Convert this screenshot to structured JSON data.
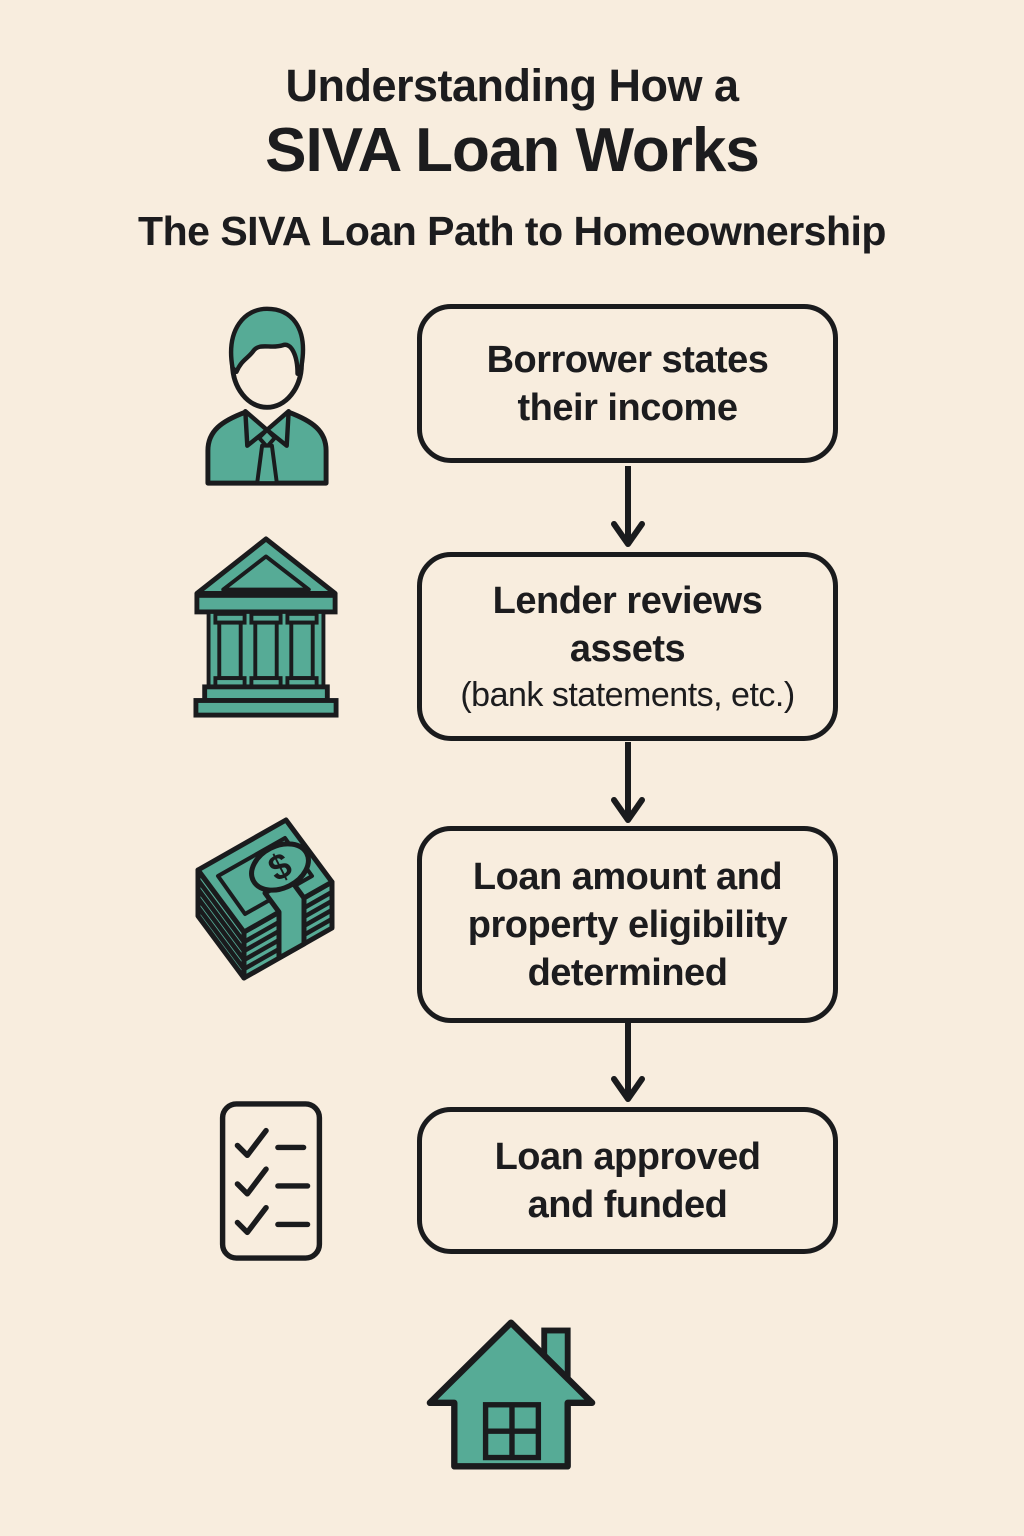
{
  "colors": {
    "background": "#f8edde",
    "accent_teal": "#56ab96",
    "outline_ink": "#1a1b1d",
    "text_ink": "#1c1c1e"
  },
  "header": {
    "title_line_1": "Understanding How a",
    "title_line_2": "SIVA Loan Works",
    "subtitle": "The SIVA Loan Path to Homeownership"
  },
  "flow": {
    "steps": [
      {
        "icon": "borrower-person-icon",
        "label_lines": [
          "Borrower states",
          "their income"
        ]
      },
      {
        "icon": "bank-building-icon",
        "label_lines": [
          "Lender reviews",
          "assets"
        ],
        "sub_label": "(bank statements, etc.)"
      },
      {
        "icon": "money-stack-icon",
        "symbol": "$",
        "label_lines": [
          "Loan amount and",
          "property eligibility",
          "determined"
        ]
      },
      {
        "icon": "checklist-icon",
        "label_lines": [
          "Loan approved",
          "and funded"
        ]
      }
    ],
    "connector_icon": "down-arrow-icon",
    "footer_icon": "house-icon"
  }
}
